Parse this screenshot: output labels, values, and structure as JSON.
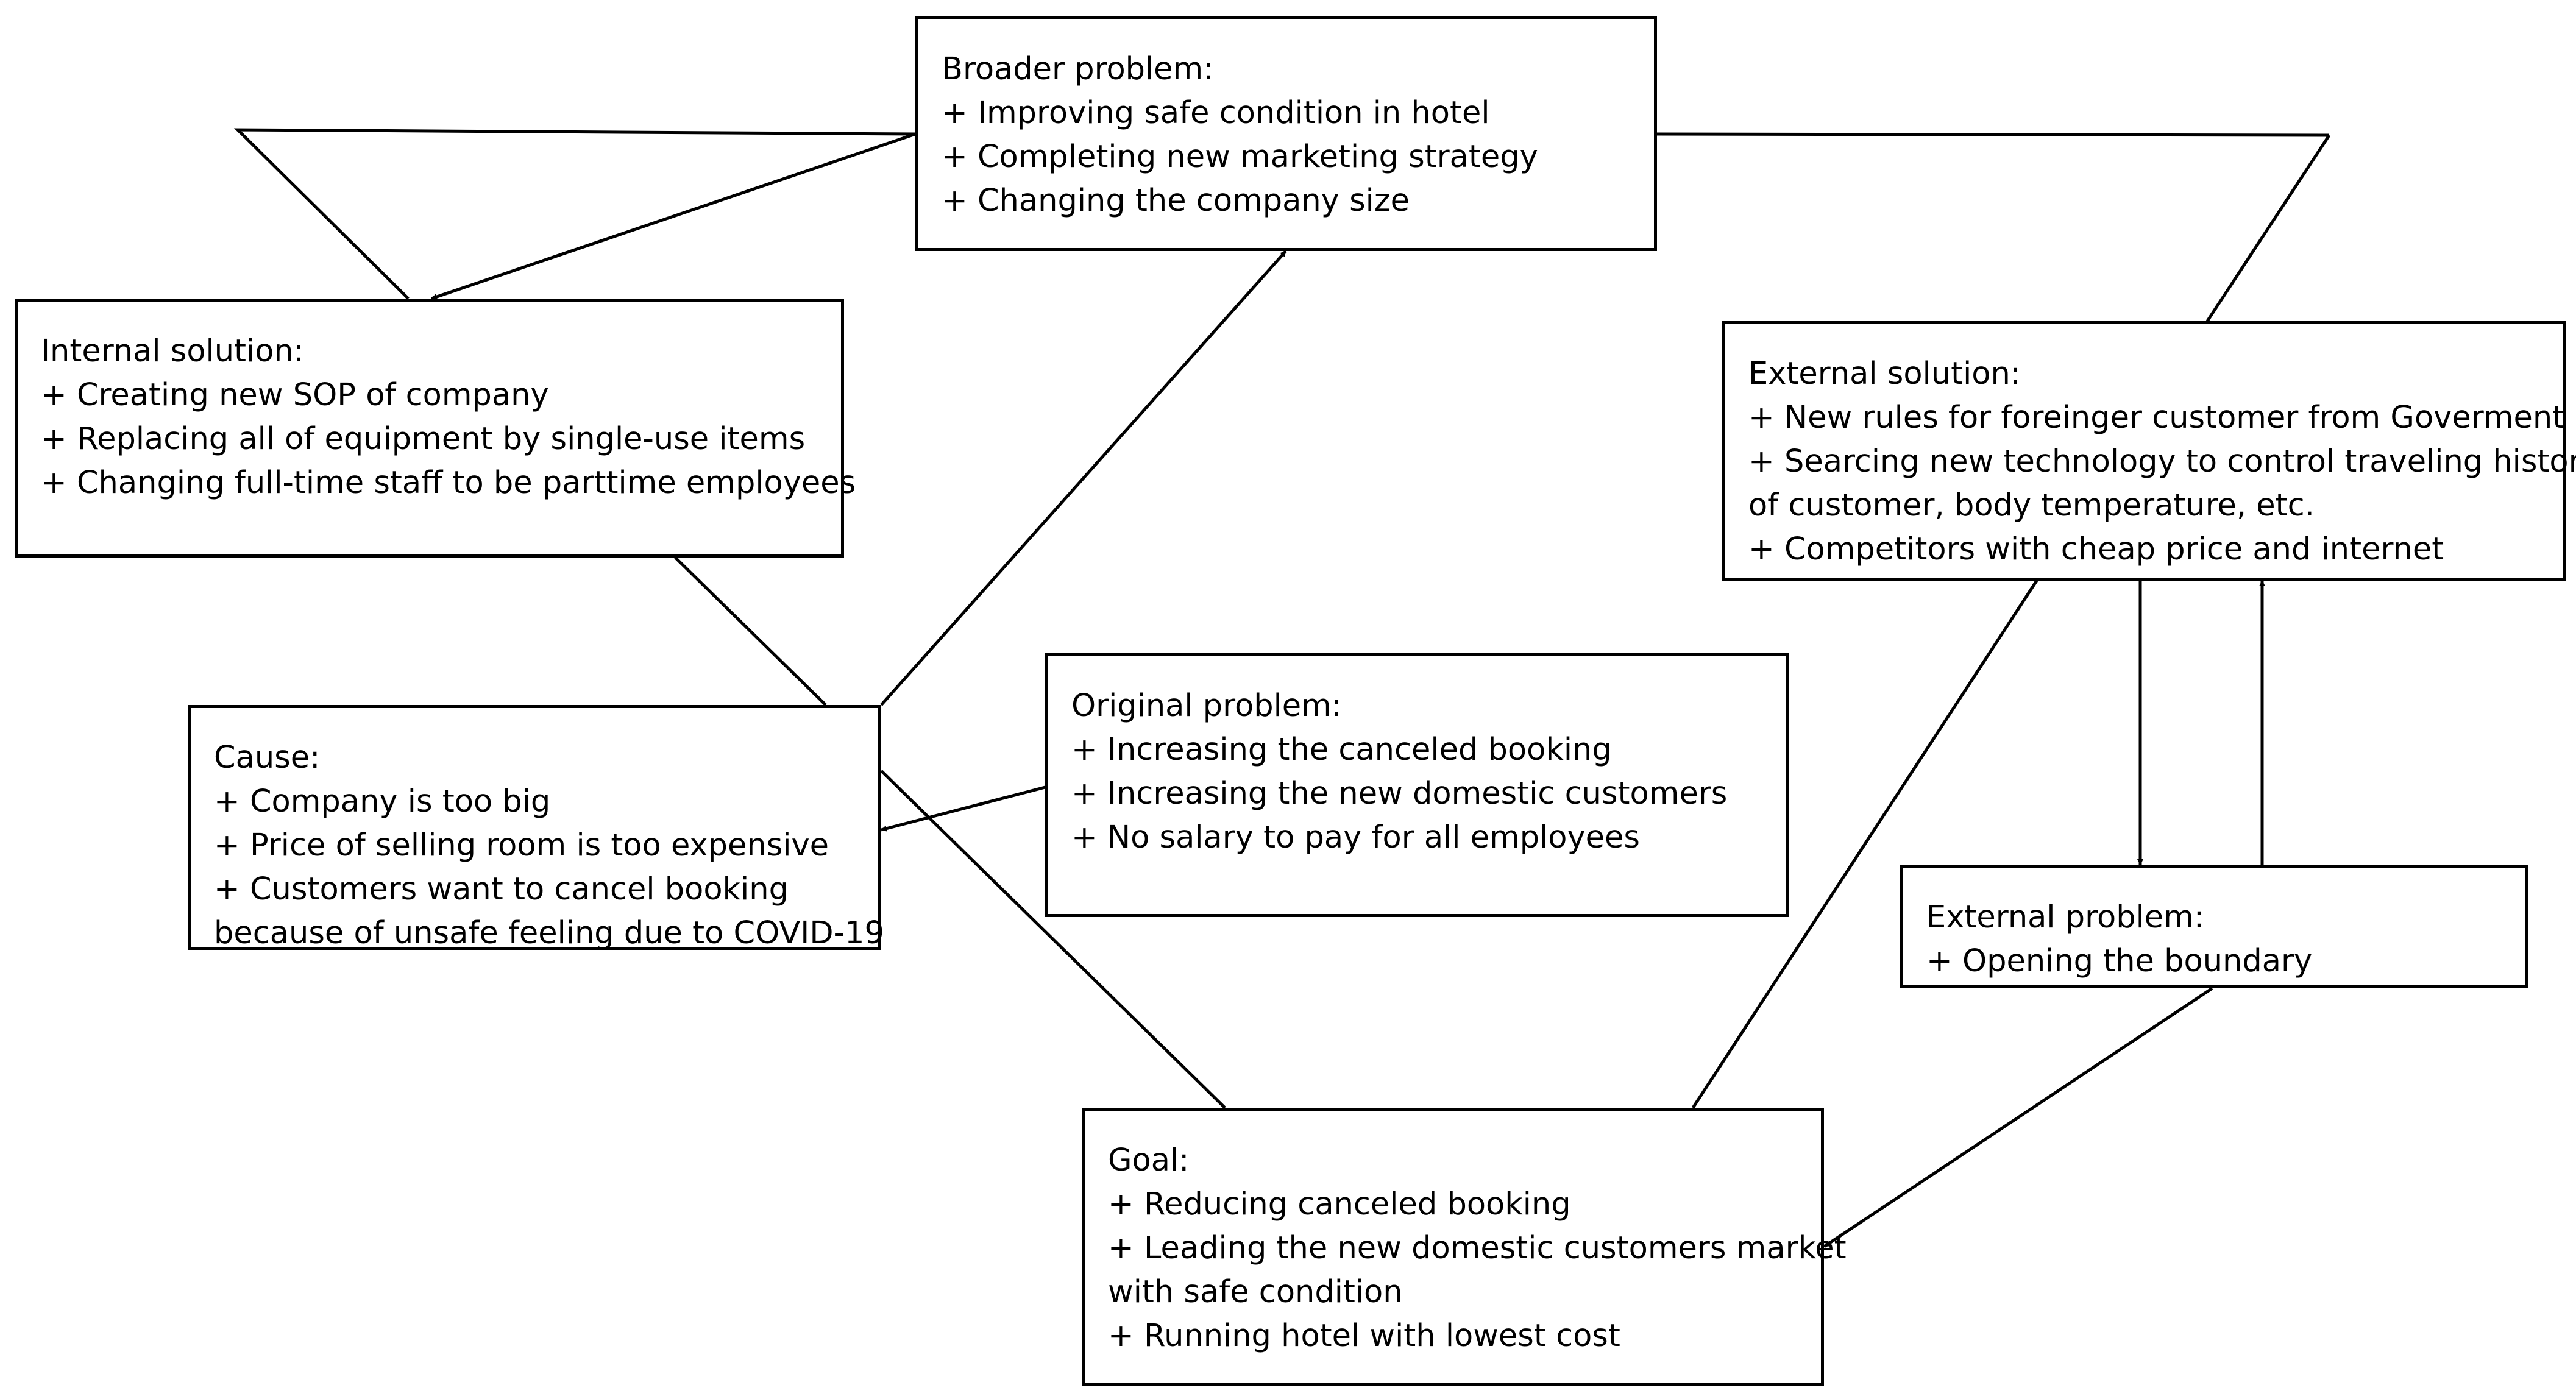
{
  "boxes": {
    "broader": {
      "title": "Broader problem:",
      "items": [
        "+ Improving safe condition in hotel",
        "+ Completing new marketing strategy",
        "+ Changing the company size"
      ]
    },
    "internal": {
      "title": "Internal solution:",
      "items": [
        "+ Creating new SOP of company",
        "+ Replacing all of equipment by single-use items",
        "+ Changing full-time staff to be parttime employees"
      ]
    },
    "external_solution": {
      "title": "External solution:",
      "items": [
        "+ New rules for foreinger customer from Goverment",
        "+ Searcing new technology to control traveling history",
        "of customer, body temperature, etc.",
        "+ Competitors with cheap price and internet"
      ]
    },
    "cause": {
      "title": "Cause:",
      "items": [
        "+ Company is too big",
        "+ Price of selling room is too expensive",
        "+ Customers want to cancel booking",
        "because of unsafe feeling due to COVID-19"
      ]
    },
    "original": {
      "title": "Original problem:",
      "items": [
        "+ Increasing the canceled booking",
        "+ Increasing the new domestic customers",
        "+ No salary to pay for all employees"
      ]
    },
    "external_problem": {
      "title": "External problem:",
      "items": [
        "+ Opening the boundary"
      ]
    },
    "goal": {
      "title": "Goal:",
      "items": [
        "+ Reducing canceled booking",
        "+ Leading the new domestic customers market",
        "with safe condition",
        "+ Running hotel with lowest cost"
      ]
    }
  }
}
